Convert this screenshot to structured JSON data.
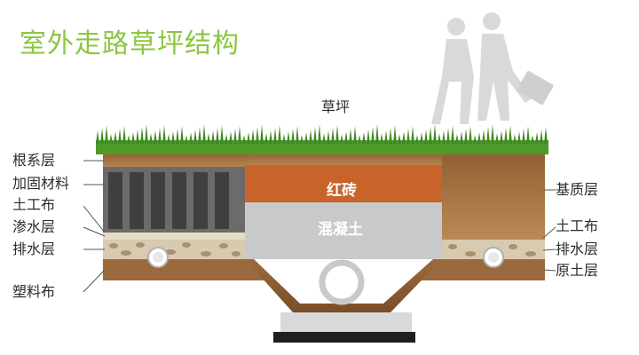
{
  "title": "室外走路草坪结构",
  "labels": {
    "grass": "草坪",
    "brick": "红砖",
    "concrete": "混凝土",
    "left": [
      "根系层",
      "加固材料",
      "土工布",
      "渗水层",
      "排水层",
      "塑料布"
    ],
    "right": [
      "基质层",
      "土工布",
      "排水层",
      "原土层"
    ]
  },
  "colors": {
    "title": "#8cc63f",
    "grass": "#4e9a2a",
    "soil": "#9a6a3a",
    "brick": "#c8642a",
    "concrete": "#c9c9c9",
    "gravel": "#d8cab0",
    "clay": "#8a5a33",
    "pipe": "#ffffff"
  },
  "icons": [
    "walking-people-icon",
    "briefcase-icon",
    "drain-pipe-icon"
  ]
}
